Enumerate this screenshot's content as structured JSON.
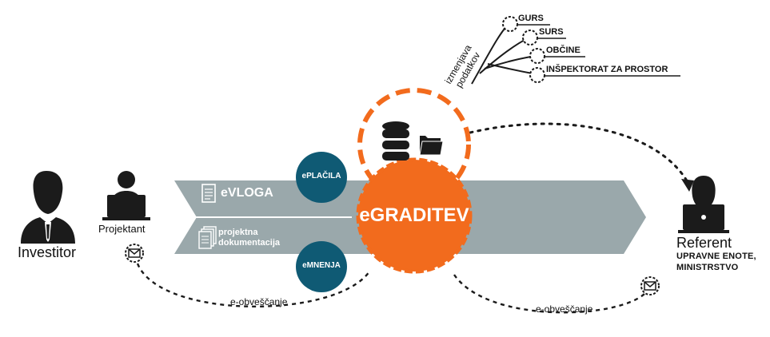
{
  "center_label": "eGRADITEV",
  "arrow_labels": {
    "evloga": "eVLOGA",
    "projektna_1": "projektna",
    "projektna_2": "dokumentacija"
  },
  "circle_labels": {
    "eplacila": "ePLAČILA",
    "emnenja": "eMNENJA"
  },
  "actors": {
    "investitor": "Investitor",
    "projektant": "Projektant",
    "referent": "Referent",
    "referent_sub_1": "UPRAVNE ENOTE,",
    "referent_sub_2": "MINISTRSTVO"
  },
  "notifications": {
    "left": "e-obveščanje",
    "right": "e-obveščanje"
  },
  "data_exchange": {
    "line1": "izmenjava",
    "line2": "podatkov"
  },
  "institutions": [
    "GURS",
    "SURS",
    "OBČINE",
    "INŠPEKTORAT ZA PROSTOR"
  ],
  "colors": {
    "orange": "#f26b1d",
    "teal": "#0f5a74",
    "arrow_gray": "#9aa8ab",
    "dark": "#1b1b1b"
  }
}
